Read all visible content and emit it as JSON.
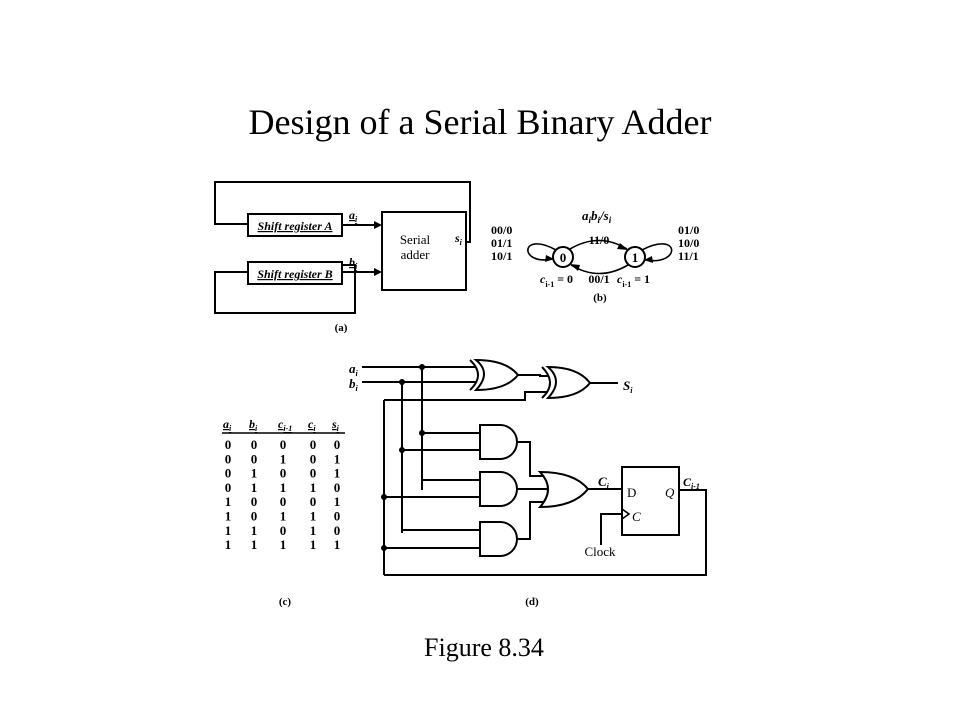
{
  "title": "Design of a Serial Binary Adder",
  "caption": "Figure 8.34",
  "panel_a": {
    "label": "(a)",
    "shift_register_a": "Shift register A",
    "shift_register_b": "Shift register B",
    "adder_line1": "Serial",
    "adder_line2": "adder",
    "input_a": "a",
    "input_b": "b",
    "output_s": "s",
    "subscript_i": "i"
  },
  "panel_b": {
    "label": "(b)",
    "header_a": "a",
    "header_b": "b",
    "header_s": "s",
    "header_sub": "i",
    "state_0": "0",
    "state_1": "1",
    "left_loop": [
      "00/0",
      "01/1",
      "10/1"
    ],
    "right_loop": [
      "01/0",
      "10/0",
      "11/1"
    ],
    "transition_0_to_1": "11/0",
    "transition_1_to_0": "00/1",
    "c_left": "c",
    "c_left_sub": "i-1",
    "c_left_eq": "= 0",
    "c_right": "c",
    "c_right_sub": "i-1",
    "c_right_eq": "= 1"
  },
  "panel_c": {
    "label": "(c)",
    "headers": [
      {
        "main": "a",
        "sub": "i"
      },
      {
        "main": "b",
        "sub": "i"
      },
      {
        "main": "c",
        "sub": "i-1"
      },
      {
        "main": "c",
        "sub": "i"
      },
      {
        "main": "s",
        "sub": "i"
      }
    ],
    "rows": [
      [
        "0",
        "0",
        "0",
        "0",
        "0"
      ],
      [
        "0",
        "0",
        "1",
        "0",
        "1"
      ],
      [
        "0",
        "1",
        "0",
        "0",
        "1"
      ],
      [
        "0",
        "1",
        "1",
        "1",
        "0"
      ],
      [
        "1",
        "0",
        "0",
        "0",
        "1"
      ],
      [
        "1",
        "0",
        "1",
        "1",
        "0"
      ],
      [
        "1",
        "1",
        "0",
        "1",
        "0"
      ],
      [
        "1",
        "1",
        "1",
        "1",
        "1"
      ]
    ]
  },
  "panel_d": {
    "label": "(d)",
    "input_a": "a",
    "input_b": "b",
    "output_s": "S",
    "sub_i": "i",
    "carry_in_label": "C",
    "carry_out_label": "C",
    "carry_out_sub": "i-1",
    "ff_d": "D",
    "ff_q": "Q",
    "ff_clk": "C",
    "clock": "Clock"
  }
}
